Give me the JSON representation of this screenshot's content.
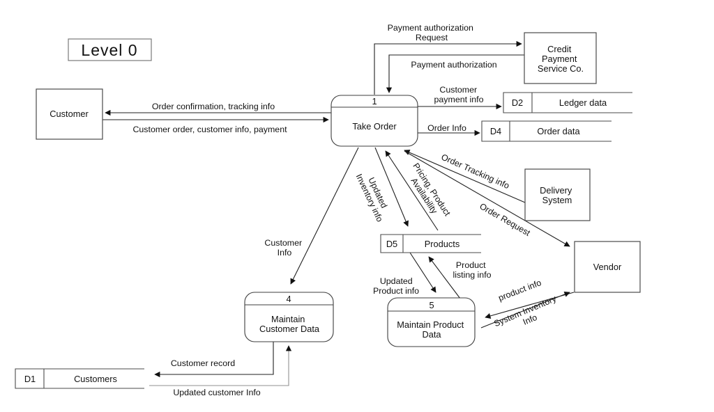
{
  "diagram": {
    "title": "Level 0",
    "type": "data-flow-diagram",
    "ink_color": "#1f1f1f",
    "background_color": "#ffffff"
  },
  "nodes": {
    "customer": {
      "label": "Customer"
    },
    "credit": {
      "lines": [
        "Credit",
        "Payment",
        "Service Co."
      ]
    },
    "delivery": {
      "lines": [
        "Delivery",
        "System"
      ]
    },
    "vendor": {
      "label": "Vendor"
    },
    "p1": {
      "num": "1",
      "lines": [
        "Take Order"
      ]
    },
    "p4": {
      "num": "4",
      "lines": [
        "Maintain",
        "Customer Data"
      ]
    },
    "p5": {
      "num": "5",
      "lines": [
        "Maintain Product",
        "Data"
      ]
    },
    "d1": {
      "code": "D1",
      "name": "Customers"
    },
    "d2": {
      "code": "D2",
      "name": "Ledger data"
    },
    "d4": {
      "code": "D4",
      "name": "Order data"
    },
    "d5": {
      "code": "D5",
      "name": "Products"
    }
  },
  "flows": {
    "order_confirmation": {
      "label": "Order confirmation, tracking info"
    },
    "customer_order": {
      "label": "Customer order, customer info, payment"
    },
    "payment_auth_request": {
      "lines": [
        "Payment authorization",
        "Request"
      ]
    },
    "payment_auth": {
      "label": "Payment authorization"
    },
    "customer_payment_info": {
      "lines": [
        "Customer",
        "payment info"
      ]
    },
    "order_info": {
      "label": "Order Info"
    },
    "customer_info": {
      "lines": [
        "Customer",
        "Info"
      ]
    },
    "updated_inventory_info": {
      "lines": [
        "Updated",
        "Inventory info"
      ]
    },
    "pricing_product_availability": {
      "lines": [
        "Pricing, Product",
        "Availability"
      ]
    },
    "order_tracking_info": {
      "label": "Order Tracking info"
    },
    "order_request": {
      "label": "Order Request"
    },
    "updated_product_info": {
      "lines": [
        "Updated",
        "Product info"
      ]
    },
    "product_listing_info": {
      "lines": [
        "Product",
        "listing info"
      ]
    },
    "product_info": {
      "label": "product info"
    },
    "system_inventory_info": {
      "lines": [
        "System Inventory",
        "Info"
      ]
    },
    "customer_record": {
      "label": "Customer record"
    },
    "updated_customer_info": {
      "label": "Updated customer Info"
    }
  }
}
